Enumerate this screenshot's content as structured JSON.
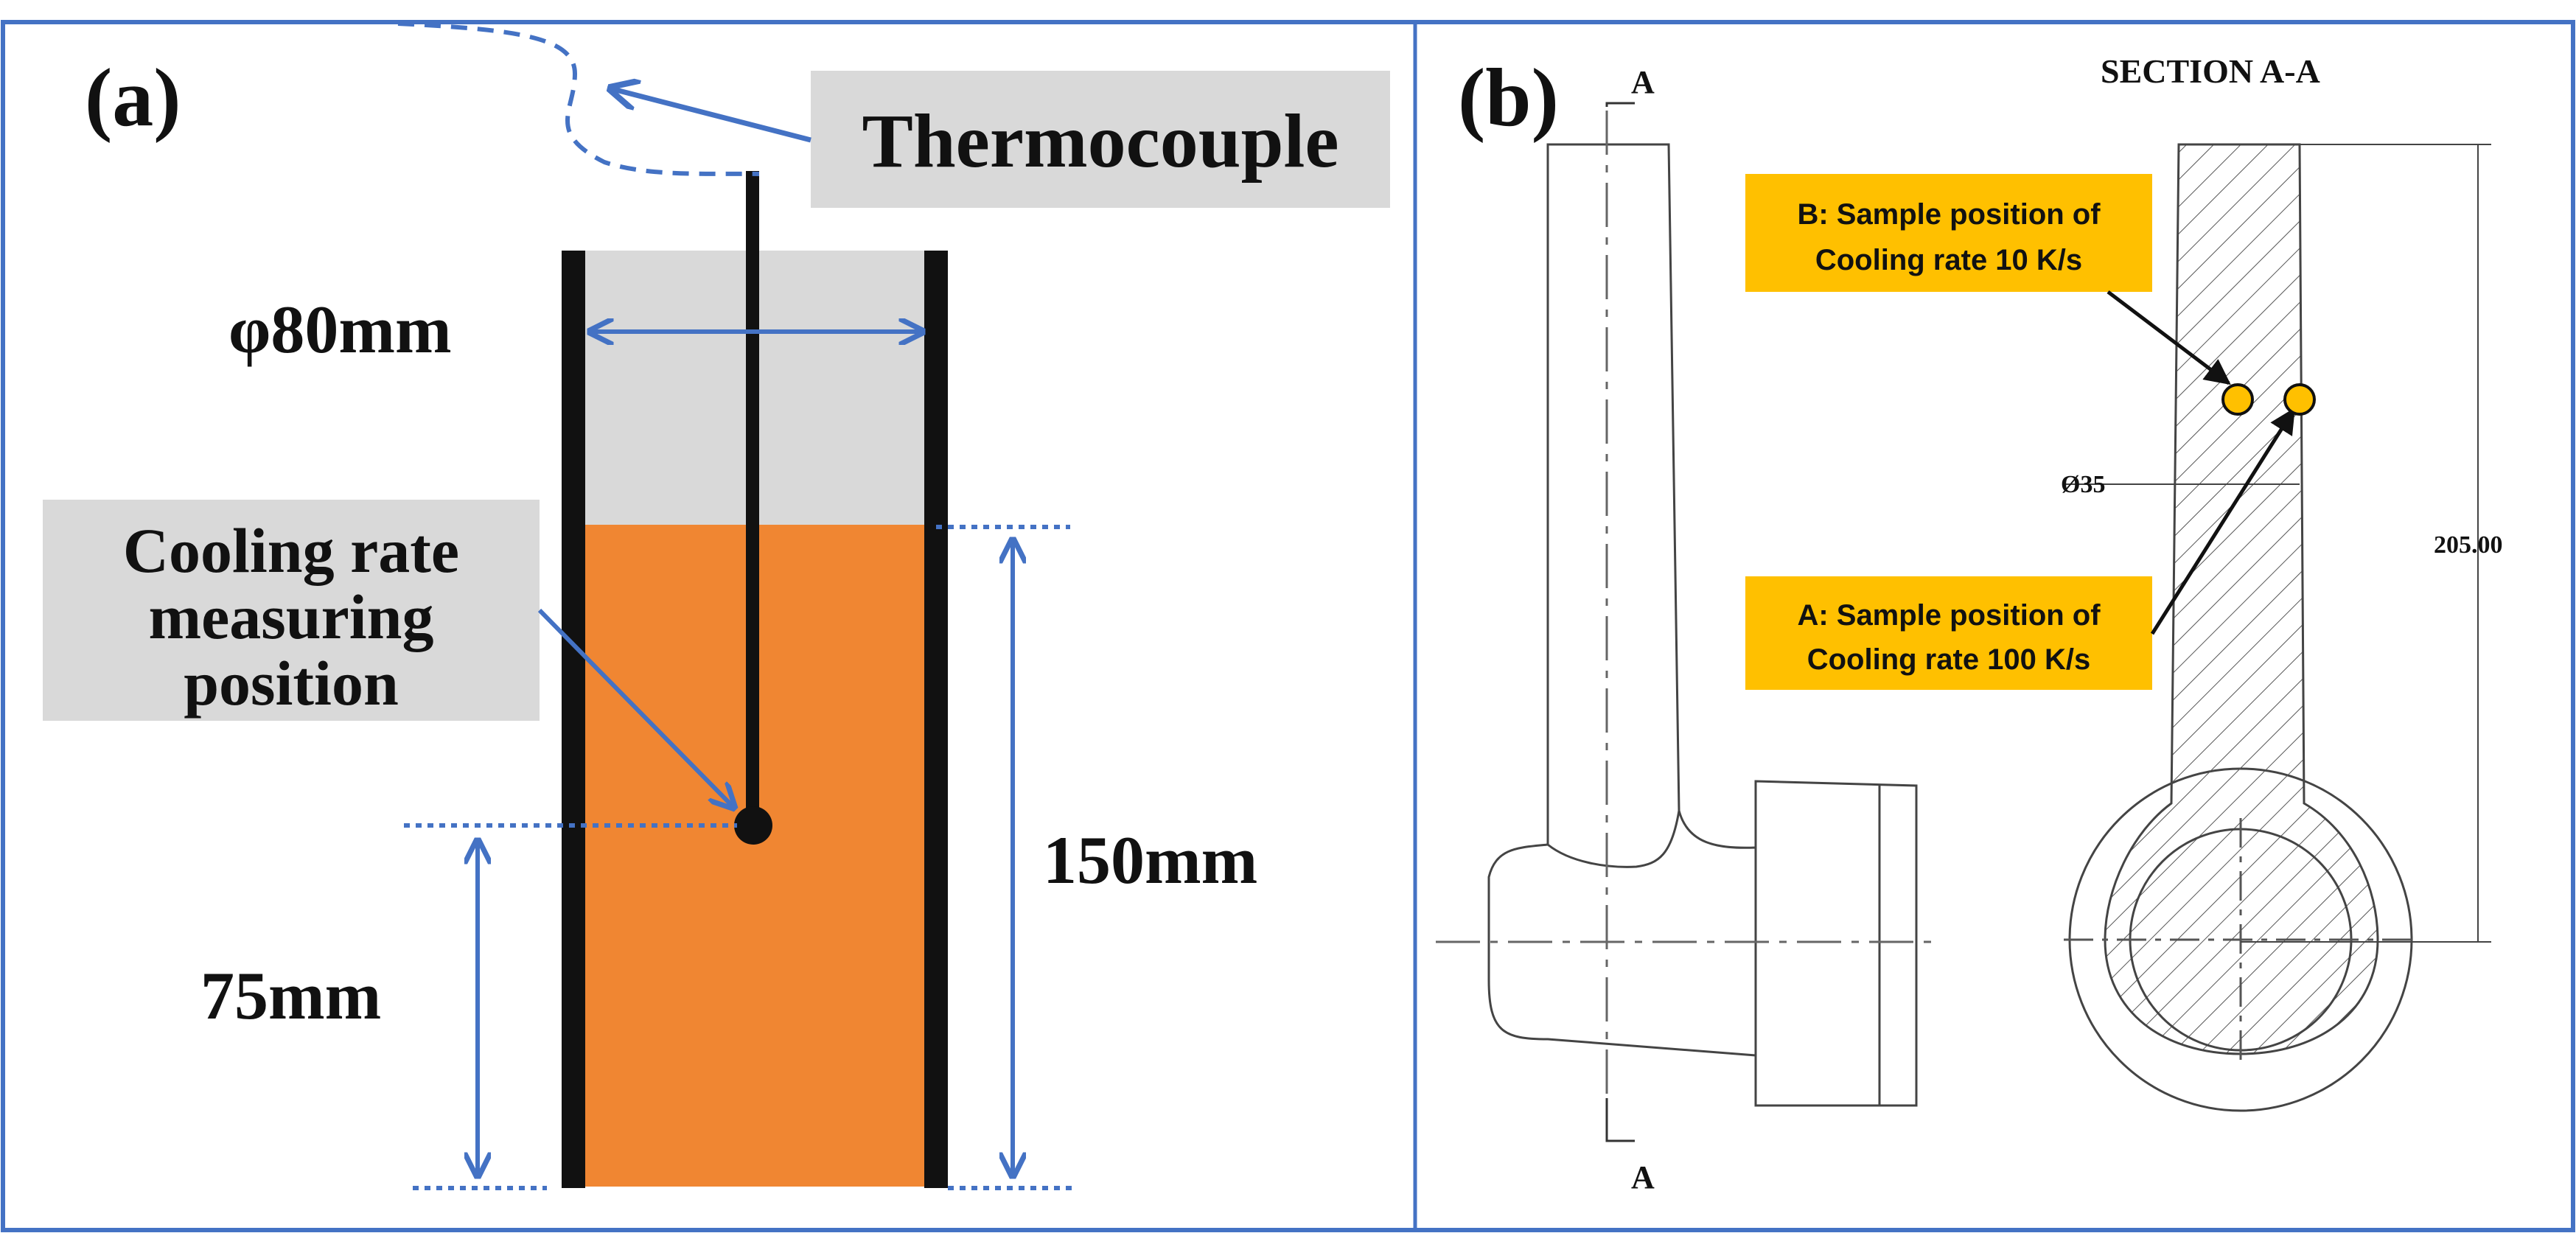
{
  "panel_a": {
    "label": "(a)",
    "thermocouple_label": "Thermocouple",
    "diameter_label": "φ80mm",
    "measuring_label": [
      "Cooling rate",
      "measuring",
      "position"
    ],
    "height_150_label": "150mm",
    "height_75_label": "75mm",
    "colors": {
      "melt": "#F08632",
      "air": "#D9D9D9",
      "wall": "#111111",
      "arrow": "#4472C4",
      "label_box": "#D9D9D9"
    }
  },
  "panel_b": {
    "label": "(b)",
    "section_title": "SECTION A-A",
    "section_mark_top": "A",
    "section_mark_bottom": "A",
    "callout_b": [
      "B: Sample position of",
      "Cooling rate 10 K/s"
    ],
    "callout_a": [
      "A: Sample position of",
      "Cooling rate 100 K/s"
    ],
    "diameter_dim": "Ø35",
    "height_dim": "205.00",
    "colors": {
      "callout_box": "#FFC000",
      "sample_point": "#FFC000"
    }
  },
  "border_color": "#4472C4"
}
